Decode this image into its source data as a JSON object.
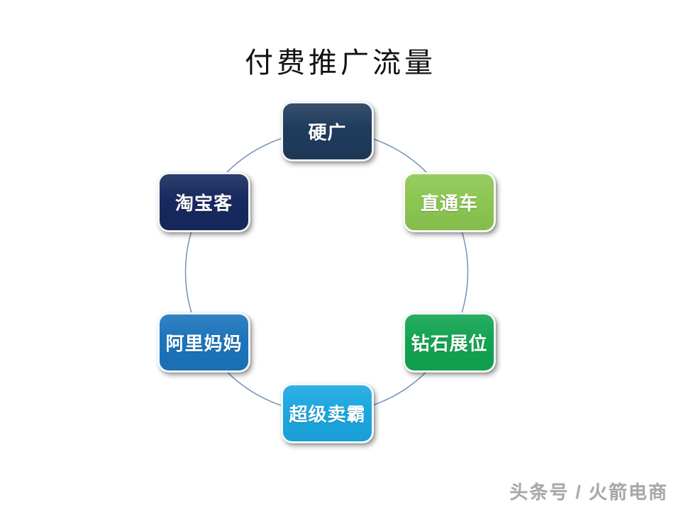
{
  "slide": {
    "title": "付费推广流量",
    "watermark": "头条号 / 火箭电商"
  },
  "diagram": {
    "type": "cycle",
    "connector_color": "#7390B6",
    "nodes": [
      {
        "label": "硬广",
        "color": "#1F3B5C",
        "position": "top"
      },
      {
        "label": "直通车",
        "color": "#8CC652",
        "position": "top-right"
      },
      {
        "label": "钻石展位",
        "color": "#12A452",
        "position": "bottom-right"
      },
      {
        "label": "超级卖霸",
        "color": "#1BA7E0",
        "position": "bottom"
      },
      {
        "label": "阿里妈妈",
        "color": "#1C74BB",
        "position": "bottom-left"
      },
      {
        "label": "淘宝客",
        "color": "#17295E",
        "position": "top-left"
      }
    ]
  }
}
